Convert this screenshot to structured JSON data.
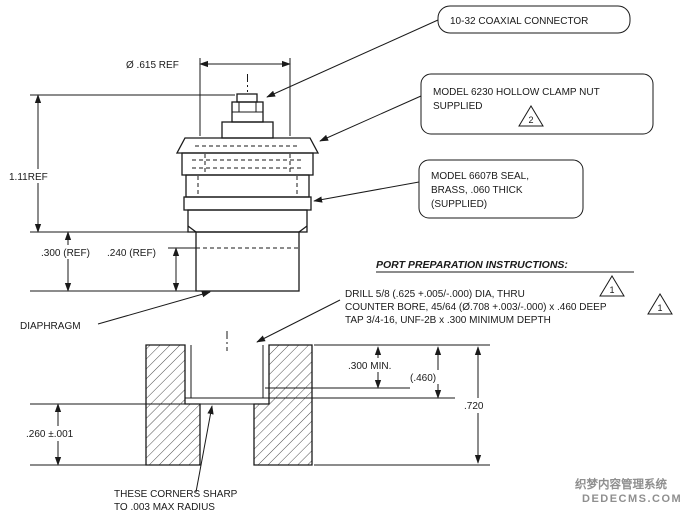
{
  "drawing": {
    "callouts": {
      "connector": "10-32 COAXIAL CONNECTOR",
      "clamp_nut_1": "MODEL 6230 HOLLOW CLAMP NUT",
      "clamp_nut_2": "SUPPLIED",
      "clamp_nut_flag": "2",
      "seal_1": "MODEL 6607B SEAL,",
      "seal_2": "BRASS, .060 THICK",
      "seal_3": "(SUPPLIED)",
      "diaphragm": "DIAPHRAGM"
    },
    "dims_top": {
      "dia": "Ø .615 REF",
      "height": "1.11REF",
      "ref300": ".300 (REF)",
      "ref240": ".240 (REF)"
    },
    "instructions": {
      "heading": "PORT PREPARATION INSTRUCTIONS:",
      "line1": "DRILL 5/8 (.625 +.005/-.000) DIA, THRU",
      "line2": "COUNTER BORE, 45/64 (Ø.708 +.003/-.000) x .460 DEEP",
      "line3": "TAP 3/4-16, UNF-2B x .300 MINIMUM DEPTH",
      "flag1": "1",
      "flag2": "1"
    },
    "dims_section": {
      "min300": ".300 MIN.",
      "cbore": "(.460)",
      "total": ".720",
      "land": ".260 ±.001",
      "corners1": "THESE CORNERS SHARP",
      "corners2": "TO .003 MAX RADIUS"
    }
  },
  "watermark": {
    "line1": "织梦内容管理系统",
    "line2": "DEDECMS.COM"
  },
  "colors": {
    "line": "#1a1a1a",
    "watermark": "#8f8f8f",
    "background": "#ffffff"
  }
}
